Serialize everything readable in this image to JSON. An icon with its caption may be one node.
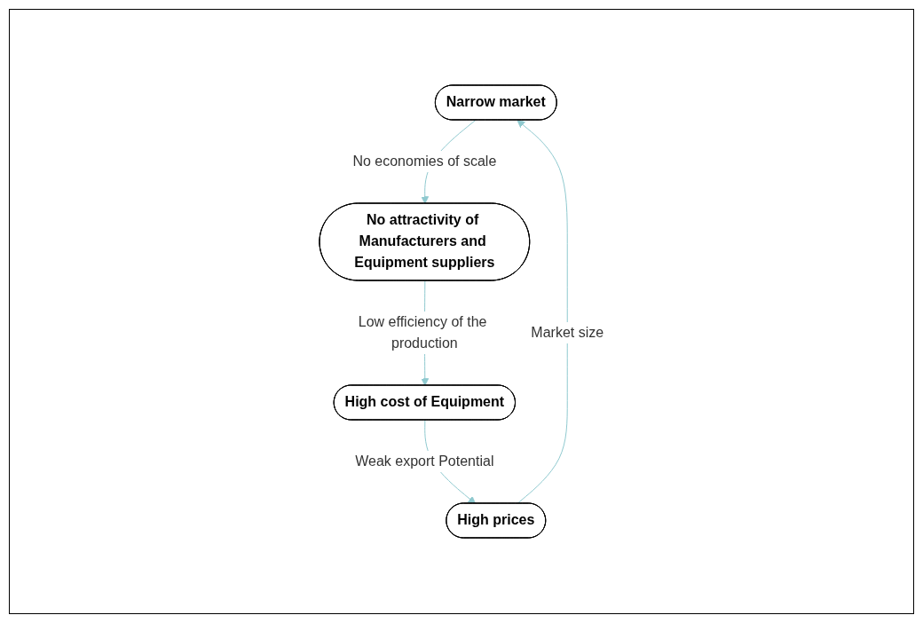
{
  "diagram": {
    "nodes": [
      {
        "text": [
          "Narrow market"
        ]
      },
      {
        "text": [
          "No attractivity of Manufacturers and Equipment suppliers"
        ]
      },
      {
        "text": [
          "High cost of Equipment"
        ]
      },
      {
        "text": [
          "High prices"
        ]
      }
    ],
    "edges": [
      {
        "from": 0,
        "to": 1,
        "arrow": "to",
        "label": "No economies of scale"
      },
      {
        "from": 1,
        "to": 2,
        "arrow": "to",
        "label": "Low efficiency of the production"
      },
      {
        "from": 2,
        "to": 3,
        "arrow": "to",
        "label": "Weak export Potential"
      },
      {
        "from": 3,
        "to": 0,
        "arrow": "to",
        "label": "Market size"
      }
    ]
  }
}
